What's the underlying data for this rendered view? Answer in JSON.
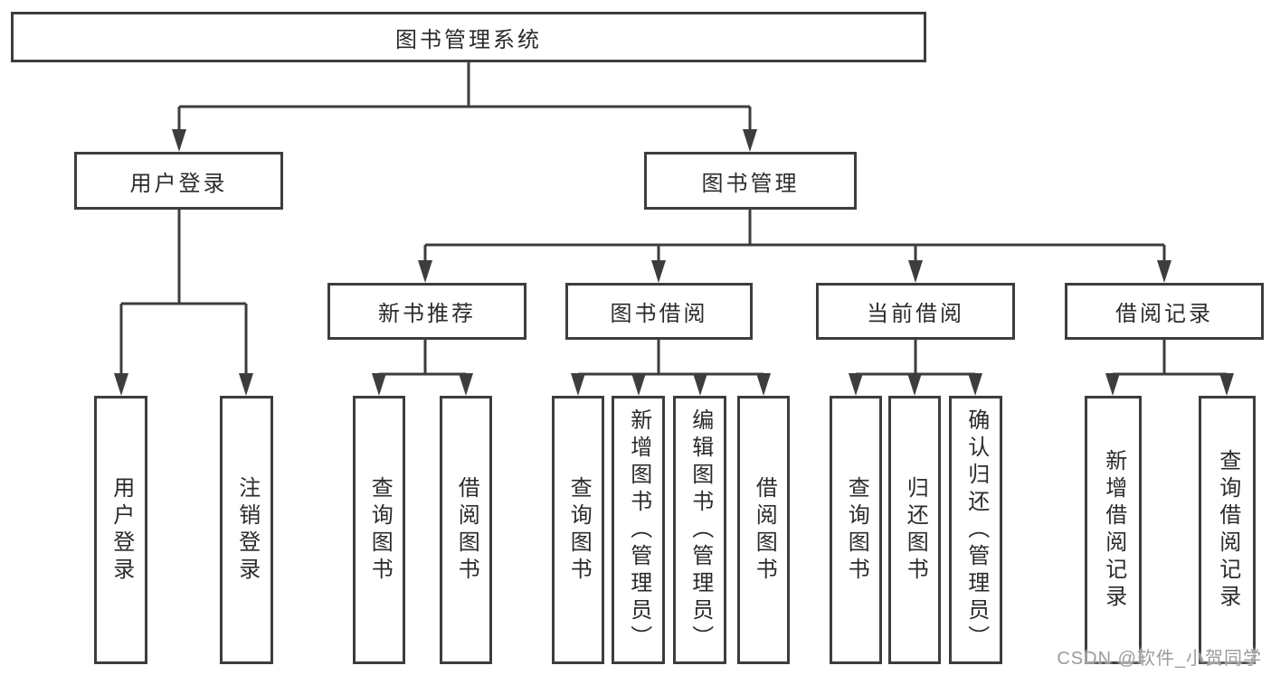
{
  "watermark": "CSDN @软件_小贺同学",
  "colors": {
    "line": "#3d3d3d",
    "box_border": "#3d3d3d",
    "box_background": "#ffffff",
    "text": "#2b2b2b",
    "watermark_text": "#9b9b9b"
  },
  "tree": {
    "root": "图书管理系统",
    "branches": [
      {
        "label": "用户登录",
        "children": [
          "用户登录",
          "注销登录"
        ]
      },
      {
        "label": "图书管理",
        "children": [
          {
            "label": "新书推荐",
            "children": [
              "查询图书",
              "借阅图书"
            ]
          },
          {
            "label": "图书借阅",
            "children": [
              "查询图书",
              "新增图书（管理员）",
              "编辑图书（管理员）",
              "借阅图书"
            ]
          },
          {
            "label": "当前借阅",
            "children": [
              "查询图书",
              "归还图书",
              "确认归还（管理员）"
            ]
          },
          {
            "label": "借阅记录",
            "children": [
              "新增借阅记录",
              "查询借阅记录"
            ]
          }
        ]
      }
    ]
  }
}
